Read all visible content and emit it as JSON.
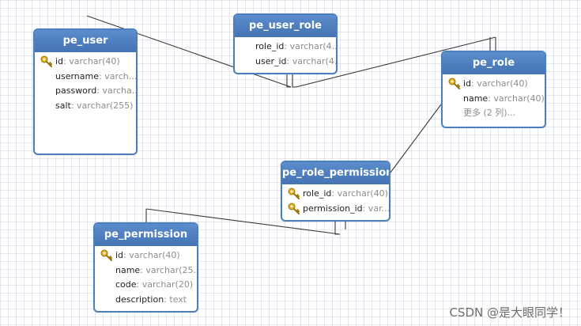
{
  "entities": [
    {
      "id": "pe_user",
      "title": "pe_user",
      "fields": [
        {
          "name": "id",
          "type": ": varchar(40)",
          "pk": true
        },
        {
          "name": "username",
          "type": ": varch...",
          "pk": false
        },
        {
          "name": "password",
          "type": ": varcha...",
          "pk": false
        },
        {
          "name": "salt",
          "type": ": varchar(255)",
          "pk": false
        }
      ]
    },
    {
      "id": "pe_user_role",
      "title": "pe_user_role",
      "fields": [
        {
          "name": "role_id",
          "type": ": varchar(4...",
          "pk": false
        },
        {
          "name": "user_id",
          "type": ": varchar(4...",
          "pk": false
        }
      ]
    },
    {
      "id": "pe_role",
      "title": "pe_role",
      "fields": [
        {
          "name": "id",
          "type": ": varchar(40)",
          "pk": true
        },
        {
          "name": "name",
          "type": ": varchar(40)",
          "pk": false
        },
        {
          "name": "",
          "type": "",
          "more": "更多 (2 列)...",
          "pk": false
        }
      ]
    },
    {
      "id": "pe_role_permission",
      "title": "pe_role_permission",
      "fields": [
        {
          "name": "role_id",
          "type": ": varchar(40)",
          "pk": true
        },
        {
          "name": "permission_id",
          "type": ": var...",
          "pk": true
        }
      ]
    },
    {
      "id": "pe_permission",
      "title": "pe_permission",
      "fields": [
        {
          "name": "id",
          "type": ": varchar(40)",
          "pk": true
        },
        {
          "name": "name",
          "type": ": varchar(25...",
          "pk": false
        },
        {
          "name": "code",
          "type": ": varchar(20)",
          "pk": false
        },
        {
          "name": "description",
          "type": ": text",
          "pk": false
        }
      ]
    }
  ],
  "relationships": [
    {
      "from": "pe_user",
      "to": "pe_user_role"
    },
    {
      "from": "pe_role",
      "to": "pe_user_role"
    },
    {
      "from": "pe_role",
      "to": "pe_role_permission"
    },
    {
      "from": "pe_permission",
      "to": "pe_role_permission"
    }
  ],
  "watermark": "CSDN @是大眼同学！",
  "colors": {
    "header_bg": "#4e7fbd",
    "border": "#4e7fbd",
    "key_icon": "#e6b422",
    "type_text": "#8c8c8c",
    "relation_line": "#3a3a3a"
  }
}
